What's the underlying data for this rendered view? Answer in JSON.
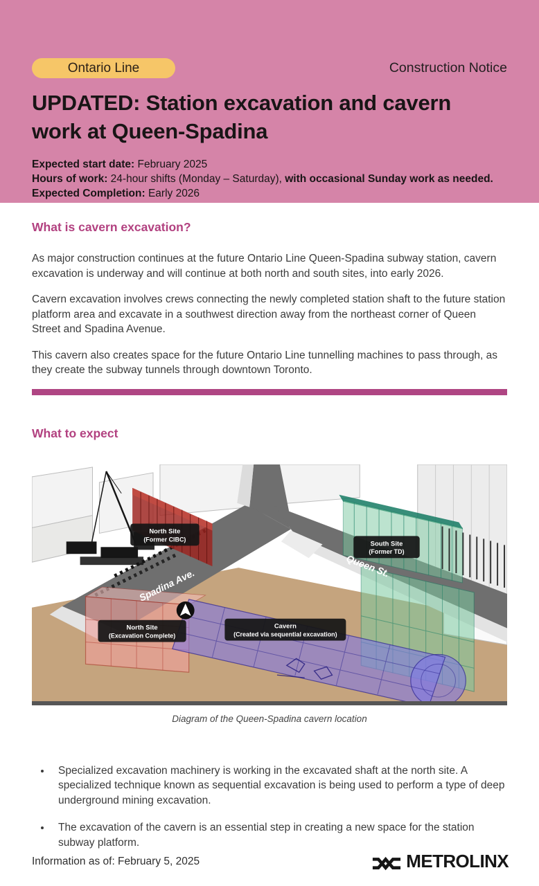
{
  "colors": {
    "header_bg": "#d584a8",
    "badge_bg": "#f6c668",
    "accent_pink": "#b24180",
    "divider_pink": "#af4583",
    "earth_tan": "#c5a47e",
    "road_gray": "#6f6f6f",
    "cavern_blue": "#8078e4",
    "shaft_red": "#efa09b",
    "south_green": "#7cc9a0"
  },
  "header": {
    "badge_label": "Ontario Line",
    "notice_type": "Construction Notice",
    "title_line1": "UPDATED: Station excavation and cavern",
    "title_line2": "work at Queen-Spadina",
    "info": [
      {
        "b1": "Expected start date:",
        "r1": " February 2025",
        "b2": ""
      },
      {
        "b1": "Hours of work:",
        "r1": " 24-hour shifts (Monday – Saturday), ",
        "b2": "with occasional Sunday work as needed."
      },
      {
        "b1": "Expected Completion:",
        "r1": " Early 2026",
        "b2": ""
      }
    ]
  },
  "section_cavern": {
    "heading": "What is cavern excavation?",
    "paragraphs": [
      "As major construction continues at the future Ontario Line Queen-Spadina subway station, cavern excavation is underway and will continue at both north and south sites, into early 2026.",
      "Cavern excavation involves crews connecting the newly completed station shaft to the future station platform area and excavate in a southwest direction away from the northeast corner of Queen Street and Spadina Avenue.",
      "This cavern also creates space for the future Ontario Line tunnelling machines to pass through, as they create the subway tunnels through downtown Toronto."
    ]
  },
  "section_expect": {
    "heading": "What to expect"
  },
  "diagram": {
    "caption": "Diagram of the Queen-Spadina cavern location",
    "labels": {
      "north_above_1": "North Site",
      "north_above_2": "(Former CIBC)",
      "south_above_1": "South Site",
      "south_above_2": "(Former TD)",
      "north_below_1": "North Site",
      "north_below_2": "(Excavation Complete)",
      "cavern_1": "Cavern",
      "cavern_2": "(Created via sequential excavation)"
    },
    "streets": {
      "spadina": "Spadina Ave.",
      "queen": "Queen St."
    }
  },
  "bullets": [
    "Specialized excavation machinery is working in the excavated shaft at the north site. A specialized technique known as sequential excavation is being used to perform a type of deep underground mining excavation.",
    "The excavation of the cavern is an essential step in creating a new space for the station subway platform."
  ],
  "footer": {
    "info_text": "Information as of: February 5, 2025",
    "brand": "METROLINX"
  }
}
